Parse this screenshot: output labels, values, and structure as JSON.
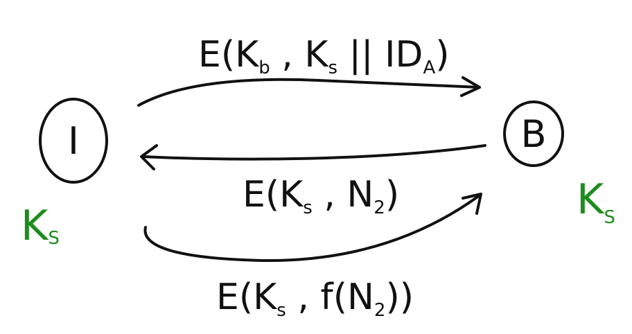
{
  "colors": {
    "ink": "#111111",
    "key": "#1e8c1e"
  },
  "nodes": {
    "left": {
      "label": "I",
      "key": "K",
      "key_sub": "S"
    },
    "right": {
      "label": "B",
      "key": "K",
      "key_sub": "S"
    }
  },
  "messages": {
    "m1": {
      "pre": "E(K",
      "s1": "b",
      "mid": " , K",
      "s2": "s",
      "post": " || ID",
      "s3": "A",
      "end": ")"
    },
    "m2": {
      "pre": "E(K",
      "s1": "s",
      "mid": " , N",
      "s2": "2",
      "end": ")"
    },
    "m3": {
      "pre": "E(K",
      "s1": "s",
      "mid": " , f(N",
      "s2": "2",
      "end": "))"
    }
  }
}
